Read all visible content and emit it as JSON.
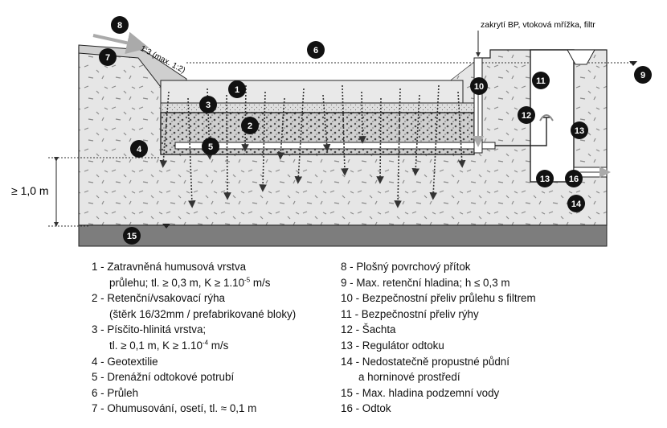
{
  "diagram": {
    "top_note": "zakrytí BP, vtoková mřížka, filtr",
    "slope_label": "1:3 (max. 1:2)",
    "depth_label": "≥ 1,0 m",
    "markers": [
      "1",
      "2",
      "3",
      "4",
      "5",
      "6",
      "7",
      "8",
      "9",
      "10",
      "11",
      "12",
      "13",
      "13",
      "14",
      "15",
      "16"
    ]
  },
  "legend": {
    "left": [
      {
        "text": "1 - Zatravněná humusová vrstva",
        "indent": false
      },
      {
        "text": "průlehu; tl. ≥ 0,3 m, K ≥ 1.10",
        "sup": "-5",
        "tail": " m/s",
        "indent": true
      },
      {
        "text": "2 - Retenční/vsakovací rýha",
        "indent": false
      },
      {
        "text": "(štěrk 16/32mm / prefabrikované bloky)",
        "indent": true
      },
      {
        "text": "3 - Písčito-hlinitá vrstva;",
        "indent": false
      },
      {
        "text": "tl. ≥ 0,1 m, K ≥ 1.10",
        "sup": "-4",
        "tail": "  m/s",
        "indent": true
      },
      {
        "text": "4 - Geotextilie",
        "indent": false
      },
      {
        "text": "5 - Drenážní odtokové potrubí",
        "indent": false
      },
      {
        "text": "6 - Průleh",
        "indent": false
      },
      {
        "text": "7 - Ohumusování, osetí, tl. ≈ 0,1 m",
        "indent": false
      }
    ],
    "right": [
      {
        "text": "8 - Plošný povrchový přítok",
        "indent": false
      },
      {
        "text": "9 - Max. retenční hladina; h ≤ 0,3 m",
        "indent": false
      },
      {
        "text": "10 - Bezpečnostní přeliv průlehu s filtrem",
        "indent": false
      },
      {
        "text": "11 - Bezpečnostní přeliv rýhy",
        "indent": false
      },
      {
        "text": "12 - Šachta",
        "indent": false
      },
      {
        "text": "13 - Regulátor odtoku",
        "indent": false
      },
      {
        "text": "14 - Nedostatečně propustné půdní",
        "indent": false
      },
      {
        "text": "a horninové prostředí",
        "indent": true
      },
      {
        "text": "15 - Max. hladina podzemní vody",
        "indent": false
      },
      {
        "text": "16 - Odtok",
        "indent": false
      }
    ]
  }
}
